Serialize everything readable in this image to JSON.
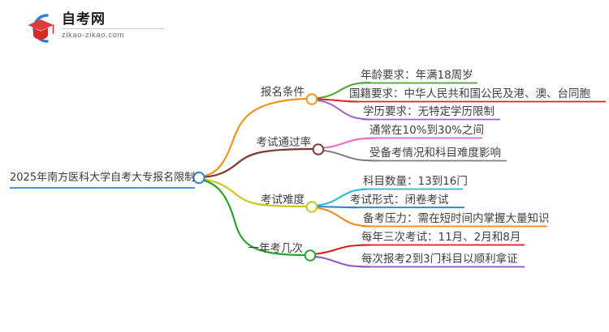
{
  "logo": {
    "icon": "graduation-cap-logo-icon",
    "title": "自考网",
    "subtitle": "zikao-zikao.com",
    "mark_arc_color": "#2b7fd4",
    "mark_cap_color": "#e03a3a"
  },
  "mindmap": {
    "root": {
      "label": "2025年南方医科大学自考大专报名限制",
      "color": "#2b7fd4"
    },
    "branches": [
      {
        "label": "报名条件",
        "color": "#f0941e",
        "children": [
          {
            "label": "年龄要求：年满18周岁",
            "color": "#46a832"
          },
          {
            "label": "国籍要求：中华人民共和国公民及港、澳、台同胞",
            "color": "#e02020"
          },
          {
            "label": "学历要求：无特定学历限制",
            "color": "#9b62c8"
          }
        ]
      },
      {
        "label": "考试通过率",
        "color": "#7a3a33",
        "children": [
          {
            "label": "通常在10%到30%之间",
            "color": "#ef63c0"
          },
          {
            "label": "受备考情况和科目难度影响",
            "color": "#7d7d7d"
          }
        ]
      },
      {
        "label": "考试难度",
        "color": "#c8c820",
        "children": [
          {
            "label": "科目数量：13到16门",
            "color": "#22b9e0"
          },
          {
            "label": "考试形式：闭卷考试",
            "color": "#2f7fd0"
          },
          {
            "label": "备考压力：需在短时间内掌握大量知识",
            "color": "#f5871f"
          }
        ]
      },
      {
        "label": "一年考几次",
        "color": "#2aa32a",
        "children": [
          {
            "label": "每年三次考试：11月、2月和8月",
            "color": "#e01b1b"
          },
          {
            "label": "每次报考2到3门科目以顺利拿证",
            "color": "#8e4fc4"
          }
        ]
      }
    ]
  }
}
